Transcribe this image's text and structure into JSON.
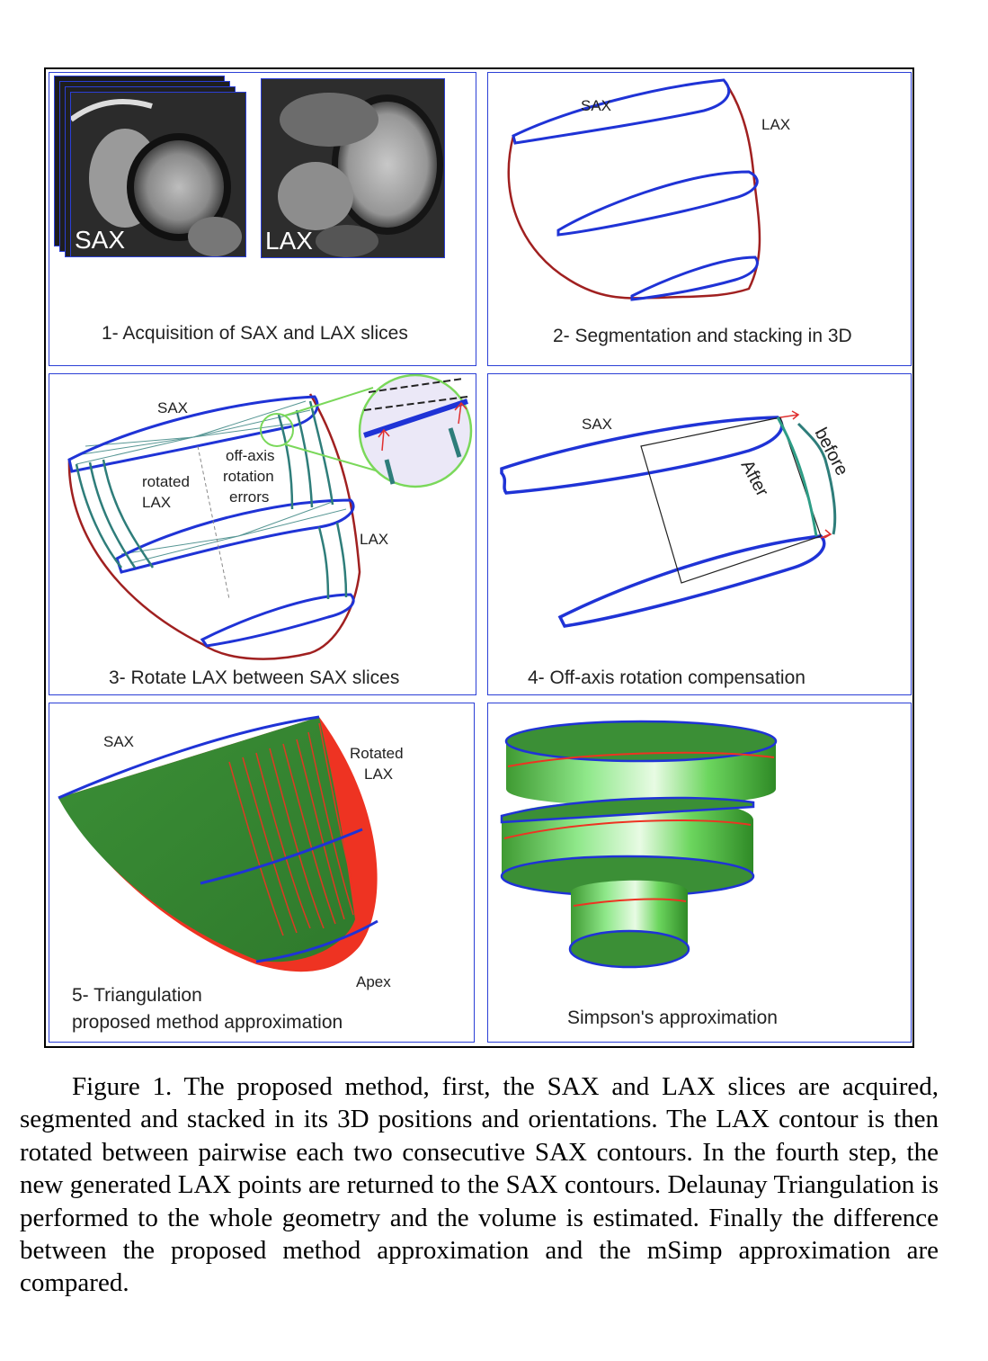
{
  "panels": {
    "p1": {
      "caption": "1- Acquisition of SAX and LAX slices",
      "mri_sax": "SAX",
      "mri_lax": "LAX"
    },
    "p2": {
      "caption": "2- Segmentation and  stacking in 3D",
      "sax": "SAX",
      "lax": "LAX"
    },
    "p3": {
      "caption": "3- Rotate LAX between SAX slices",
      "sax": "SAX",
      "rotated": "rotated",
      "rotated_lax": "LAX",
      "offaxis1": "off-axis",
      "offaxis2": "rotation",
      "offaxis3": "errors",
      "lax": "LAX"
    },
    "p4": {
      "caption": "4- Off-axis rotation compensation",
      "sax": "SAX",
      "after": "After",
      "before": "before"
    },
    "p5": {
      "caption1": "5- Triangulation",
      "caption2": "proposed method approximation",
      "sax": "SAX",
      "rotated1": "Rotated",
      "rotated2": "LAX",
      "apex": "Apex"
    },
    "p6": {
      "caption": "Simpson's approximation"
    }
  },
  "caption": {
    "text": "Figure 1. The proposed method, first, the SAX and LAX slices are acquired, segmented and stacked in its 3D positions and orientations. The LAX contour is then rotated between pairwise each two consecutive SAX contours. In the fourth step, the new generated LAX points are returned to the SAX contours. Delaunay Triangulation is performed to the whole geometry and the volume is estimated. Finally the difference between the proposed method approximation and the mSimp approximation are compared."
  },
  "colors": {
    "sax_blue": "#1f33d6",
    "lax_red": "#a02020",
    "teal": "#2e7d7a",
    "mesh_green": "#3f8f3a",
    "mesh_red": "#ee3322",
    "panel_border": "#2b3fd6"
  }
}
